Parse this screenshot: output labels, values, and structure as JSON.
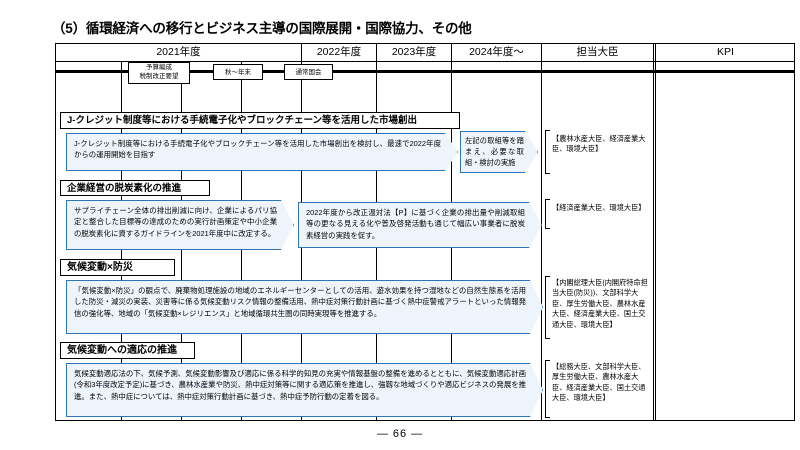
{
  "document": {
    "title": "（5）循環経済への移行とビジネス主導の国際展開・国際協力、その他",
    "page_number": "― 66 ―"
  },
  "table": {
    "columns": [
      {
        "label": "2021年度"
      },
      {
        "label": "2022年度"
      },
      {
        "label": "2023年度"
      },
      {
        "label": "2024年度～"
      },
      {
        "label": "担当大臣"
      },
      {
        "label": "KPI"
      }
    ],
    "milestones": [
      {
        "line1": "予算編成",
        "line2": "税制改正要望"
      },
      {
        "line1": "秋～年末",
        "line2": ""
      },
      {
        "line1": "通常国会",
        "line2": ""
      }
    ],
    "sections": [
      {
        "heading": "J-クレジット制度等における手続電子化やブロックチェーン等を活用した市場創出",
        "items": [
          {
            "text": "J-クレジット制度等における手続電子化やブロックチェーン等を活用した市場創出を検討し、最速で2022年度からの運用開始を目指す"
          },
          {
            "text": "左記の取組等を踏まえ、必要な取組・検討の実施"
          }
        ],
        "minister": "【農林水産大臣、経済産業大臣、環境大臣】",
        "kpi": ""
      },
      {
        "heading": "企業経営の脱炭素化の推進",
        "items": [
          {
            "text": "サプライチェーン全体の排出削減に向け、企業によるパリ協定と整合した目標等の達成のための実行計画策定や中小企業の脱炭素化に資するガイドラインを2021年度中に改定する。"
          },
          {
            "text": "2022年度から改正温対法【P】に基づく企業の排出量や削減取組等の更なる見える化や普及啓発活動も通じて幅広い事業者に脱炭素経営の実践を促す。"
          }
        ],
        "minister": "【経済産業大臣、環境大臣】",
        "kpi": ""
      },
      {
        "heading": "気候変動×防災",
        "items": [
          {
            "text": "「気候変動×防災」の観点で、廃棄物処理施設の地域のエネルギーセンターとしての活用、遊水効果を持つ湿地などの自然生態系を活用した防災・減災の実装、災害等に係る気候変動リスク情報の整備活用、熱中症対策行動計画に基づく熱中症警戒アラートといった情報発信の強化等、地域の「気候変動×レジリエンス」と地域循環共生圏の同時実現等を推進する。"
          }
        ],
        "minister": "【内閣総理大臣(内閣府特命担当大臣(防災))、文部科学大臣、厚生労働大臣、農林水産大臣、経済産業大臣、国土交通大臣、環境大臣】",
        "kpi": ""
      },
      {
        "heading": "気候変動への適応の推進",
        "items": [
          {
            "text": "気候変動適応法の下、気候予測、気候変動影響及び適応に係る科学的知見の充実や情報基盤の整備を進めるとともに、気候変動適応計画(令和3年度改定予定)に基づき、農林水産業や防災、熱中症対策等に関する適応策を推進し、強靱な地域づくりや適応ビジネスの発展を推進。また、熱中症については、熱中症対策行動計画に基づき、熱中症予防行動の定着を図る。"
          }
        ],
        "minister": "【総務大臣、文部科学大臣、厚生労働大臣、農林水産大臣、経済産業大臣、国土交通大臣、環境大臣】",
        "kpi": ""
      }
    ]
  },
  "colors": {
    "chevron_fill": "#eef4fb",
    "chevron_border": "#2f74b5",
    "rule": "#000000"
  }
}
